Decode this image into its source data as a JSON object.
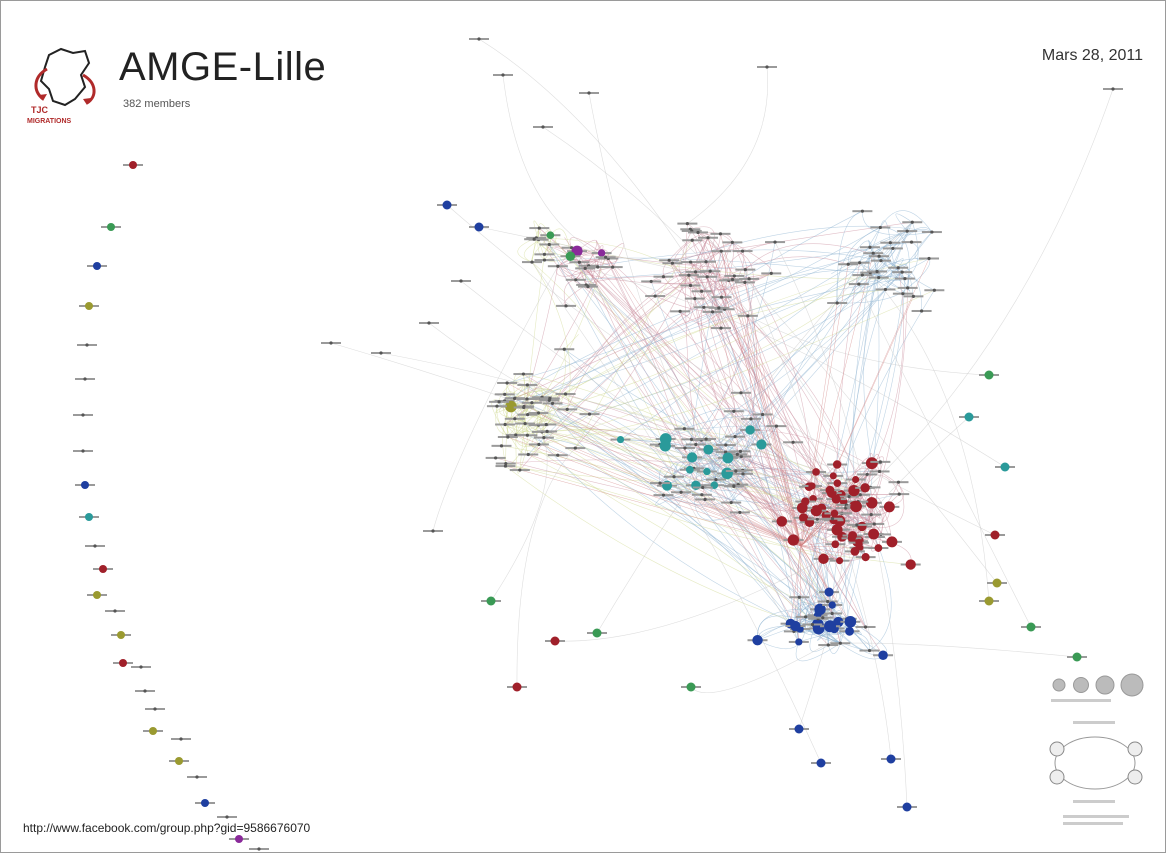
{
  "header": {
    "logo_text_line1": "TJC",
    "logo_text_line2": "MIGRATIONS",
    "title": "AMGE-Lille",
    "subtitle": "382 members",
    "date": "Mars 28, 2011"
  },
  "footer": {
    "url": "http://www.facebook.com/group.php?gid=9586676070"
  },
  "colors": {
    "red": "#a0202a",
    "blue": "#1f3fa0",
    "teal": "#2a9a9a",
    "green": "#3a9a55",
    "olive": "#9a9a30",
    "purple": "#8a2a9a",
    "grey": "#555555",
    "edge_red": "#c88a9a",
    "edge_blue": "#8ab0d0",
    "edge_yellow": "#d0d890",
    "edge_grey": "#c8c8c8"
  }
}
